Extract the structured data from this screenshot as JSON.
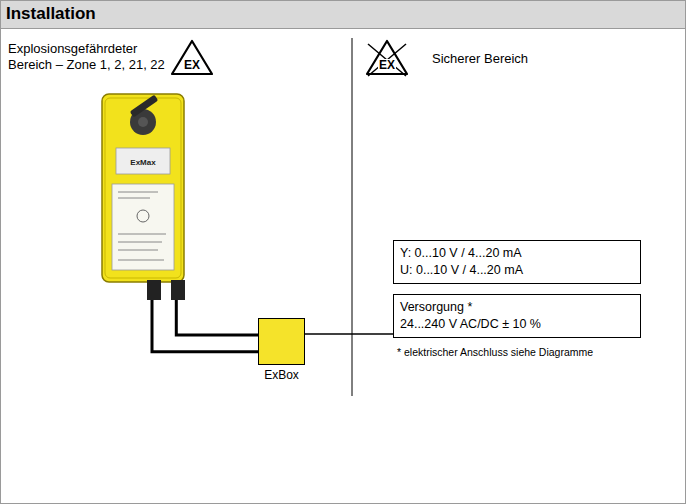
{
  "diagram": {
    "title": "Installation",
    "nodes": [
      {
        "text": [
          "ExMax"
        ]
      },
      {
        "text": [
          "ExBox"
        ]
      },
      {
        "text": [
          "Y: 0...10 V / 4...20 mA",
          "U: 0...10 V / 4...20 mA"
        ]
      },
      {
        "text": [
          "Versorgung *",
          "24...240 V AC/DC ± 10 %"
        ]
      }
    ],
    "edges": [
      {
        "from": 0,
        "to": 1,
        "arrow": "none"
      },
      {
        "from": 0,
        "to": 1,
        "arrow": "none"
      },
      {
        "from": 1,
        "to": 3,
        "arrow": "none"
      }
    ],
    "labels": [
      "Explosionsgefährdeter Bereich – Zone 1, 2, 21, 22",
      "EX",
      "EX",
      "Sicherer Bereich",
      "* elektrischer Anschluss siehe Diagramme"
    ]
  }
}
